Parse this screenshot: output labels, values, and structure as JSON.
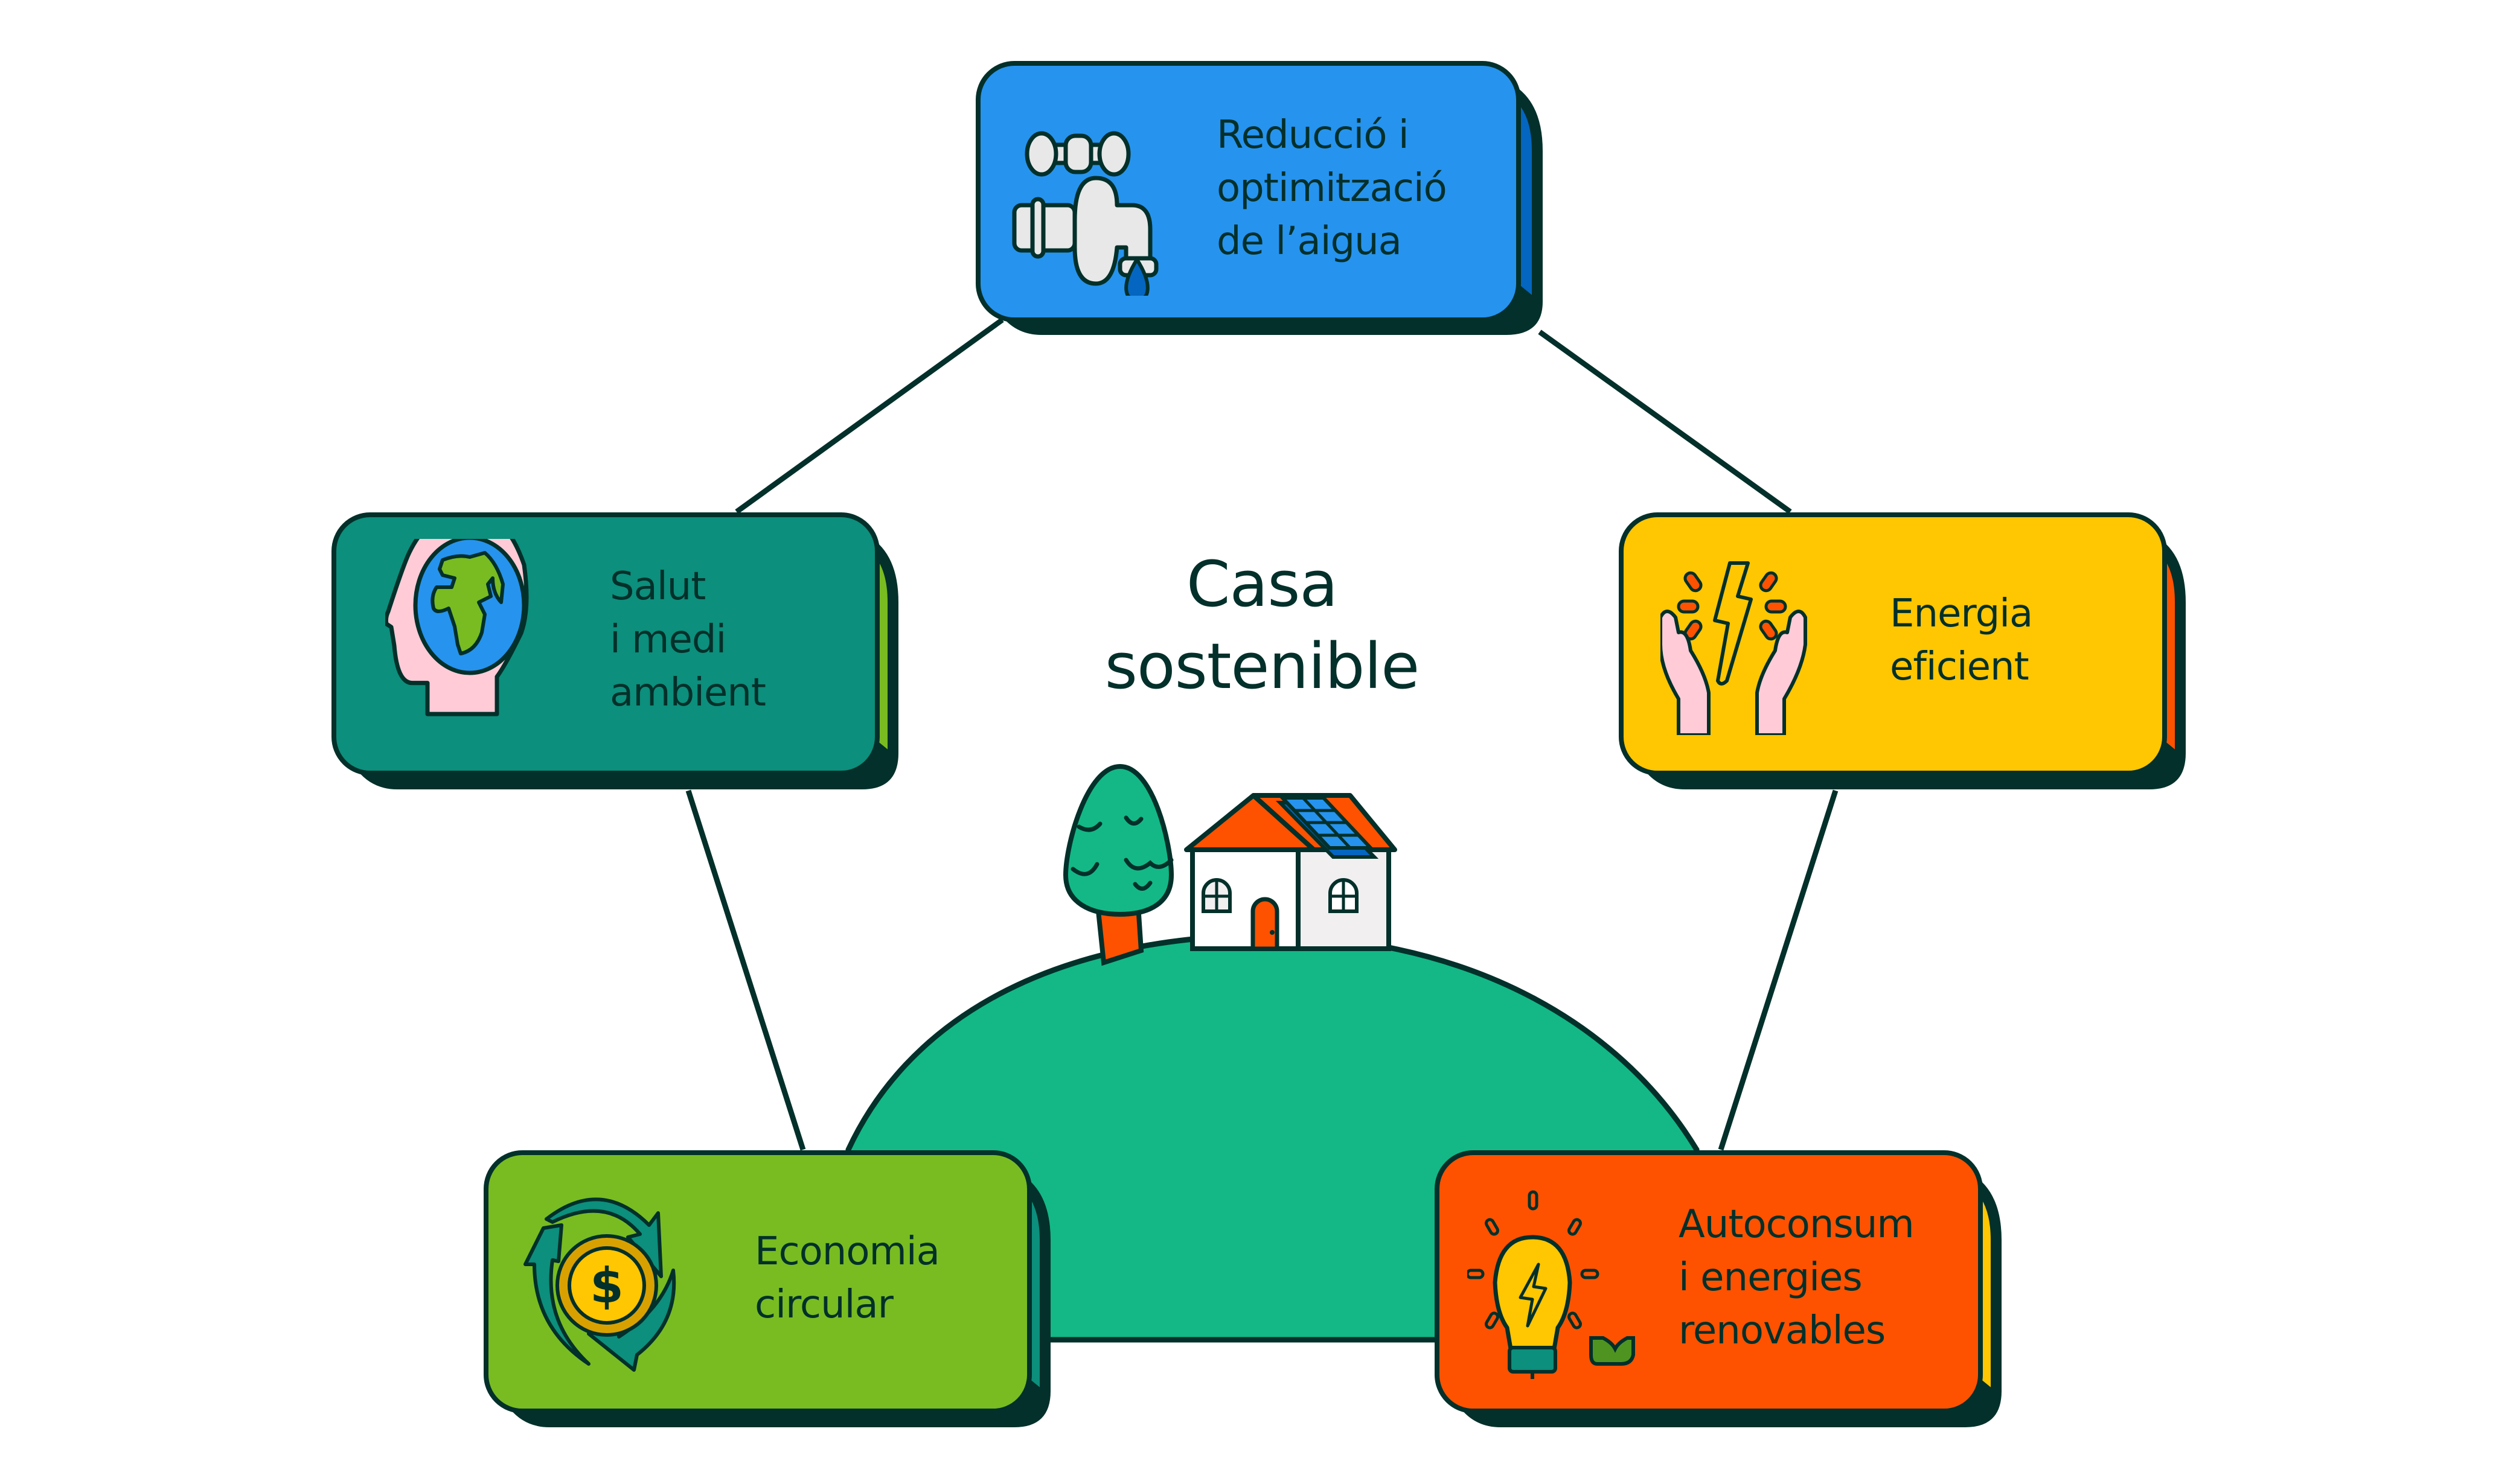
{
  "diagram": {
    "title_lines": [
      "Casa",
      "sostenible"
    ],
    "center_illustration": "house-with-solar-panels-on-hill",
    "nodes": [
      {
        "id": "water",
        "label_lines": [
          "Reducció i",
          "optimització",
          "de l’aigua"
        ],
        "icon": "water-tap-icon",
        "color": "#2693ee",
        "side_color": "#0466c0"
      },
      {
        "id": "health",
        "label_lines": [
          "Salut",
          "i medi",
          "ambient"
        ],
        "icon": "head-globe-icon",
        "color": "#0c8f7c",
        "side_color": "#78bc21"
      },
      {
        "id": "energy",
        "label_lines": [
          "Energia",
          "eficient"
        ],
        "icon": "hands-lightning-icon",
        "color": "#ffc602",
        "side_color": "#fe5201"
      },
      {
        "id": "circular",
        "label_lines": [
          "Economia",
          "circular"
        ],
        "icon": "circular-coin-icon",
        "color": "#78bc21",
        "side_color": "#0c8f7c"
      },
      {
        "id": "renewables",
        "label_lines": [
          "Autoconsum",
          "i energies",
          "renovables"
        ],
        "icon": "lightbulb-plant-icon",
        "color": "#fe5201",
        "side_color": "#ffc602"
      }
    ],
    "edges": [
      [
        "water",
        "health"
      ],
      [
        "water",
        "energy"
      ],
      [
        "health",
        "circular"
      ],
      [
        "energy",
        "renewables"
      ]
    ],
    "colors": {
      "outline": "#03302a",
      "hill": "#13b886",
      "roof": "#fe5201",
      "solar_panel": "#2693ee",
      "wall": "#ffffff",
      "wall_shade": "#f1eff0"
    }
  }
}
